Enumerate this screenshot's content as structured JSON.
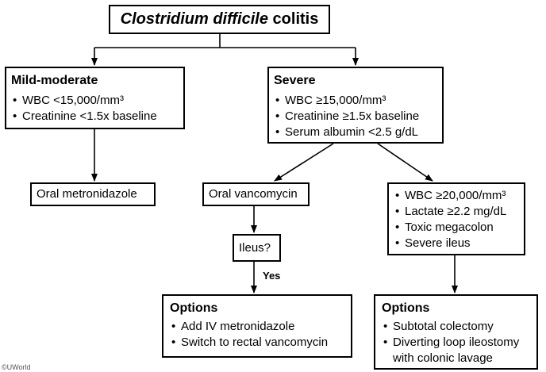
{
  "title": {
    "italic": "Clostridium difficile",
    "rest": " colitis"
  },
  "mild": {
    "heading": "Mild-moderate",
    "items": [
      "WBC <15,000/mm³",
      "Creatinine <1.5x baseline"
    ]
  },
  "severe": {
    "heading": "Severe",
    "items": [
      "WBC ≥15,000/mm³",
      "Creatinine ≥1.5x baseline",
      "Serum albumin <2.5 g/dL"
    ]
  },
  "oral_metronidazole": "Oral metronidazole",
  "oral_vancomycin": "Oral vancomycin",
  "ileus_question": "Ileus?",
  "yes_label": "Yes",
  "fulminant_criteria": [
    "WBC ≥20,000/mm³",
    "Lactate ≥2.2 mg/dL",
    "Toxic megacolon",
    "Severe ileus"
  ],
  "options_left": {
    "heading": "Options",
    "items": [
      "Add IV metronidazole",
      "Switch to rectal vancomycin"
    ]
  },
  "options_right": {
    "heading": "Options",
    "items": [
      "Subtotal colectomy",
      "Diverting loop ileostomy with colonic lavage"
    ]
  },
  "watermark": "©UWorld"
}
